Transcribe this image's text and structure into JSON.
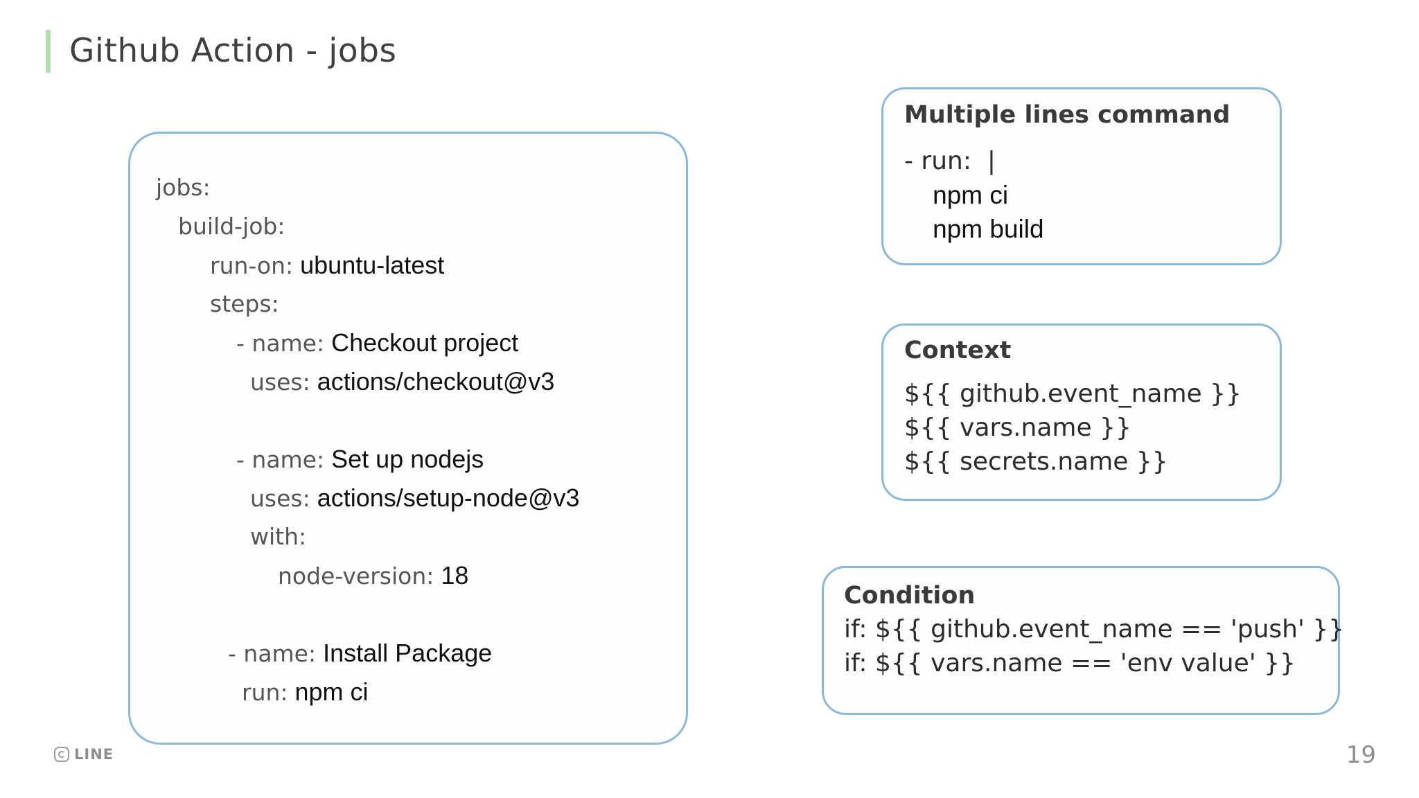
{
  "slide": {
    "title": "Github Action - jobs",
    "accent_color": "#b5dcb0",
    "card_border_color": "#8ab8dd",
    "page_number": "19"
  },
  "footer": {
    "logo_text": "LINE"
  },
  "yaml_block": {
    "lines": [
      {
        "indent": 0,
        "key": "jobs:",
        "value": ""
      },
      {
        "indent": 32,
        "key": "build-job:",
        "value": ""
      },
      {
        "indent": 78,
        "key": "run-on:",
        "value": " ubuntu-latest"
      },
      {
        "indent": 78,
        "key": "steps:",
        "value": ""
      },
      {
        "indent": 116,
        "key": "- name:",
        "value": " Checkout project"
      },
      {
        "indent": 136,
        "key": "uses:",
        "value": " actions/checkout@v3"
      },
      {
        "indent": 0,
        "key": "",
        "value": ""
      },
      {
        "indent": 116,
        "key": "- name:",
        "value": " Set up nodejs"
      },
      {
        "indent": 136,
        "key": "uses:",
        "value": " actions/setup-node@v3"
      },
      {
        "indent": 136,
        "key": "with:",
        "value": ""
      },
      {
        "indent": 176,
        "key": "node-version:",
        "value": " 18"
      },
      {
        "indent": 0,
        "key": "",
        "value": ""
      },
      {
        "indent": 104,
        "key": "- name:",
        "value": " Install Package"
      },
      {
        "indent": 124,
        "key": "run:",
        "value": " npm ci"
      }
    ]
  },
  "cards": {
    "multiline": {
      "heading": "Multiple lines command",
      "lines": [
        {
          "text": "- run:  |",
          "font": "dejavu"
        },
        {
          "text": "    npm ci",
          "font": "liberation"
        },
        {
          "text": "    npm build",
          "font": "liberation"
        }
      ]
    },
    "context": {
      "heading": "Context",
      "lines": [
        {
          "text": "${{ github.event_name }}",
          "font": "dejavu"
        },
        {
          "text": "${{ vars.name }}",
          "font": "dejavu"
        },
        {
          "text": "${{ secrets.name }}",
          "font": "dejavu"
        }
      ]
    },
    "condition": {
      "heading": "Condition",
      "lines": [
        {
          "text": "if: ${{ github.event_name == 'push' }}",
          "font": "dejavu"
        },
        {
          "text": "if: ${{ vars.name == 'env value' }}",
          "font": "dejavu"
        }
      ]
    }
  }
}
